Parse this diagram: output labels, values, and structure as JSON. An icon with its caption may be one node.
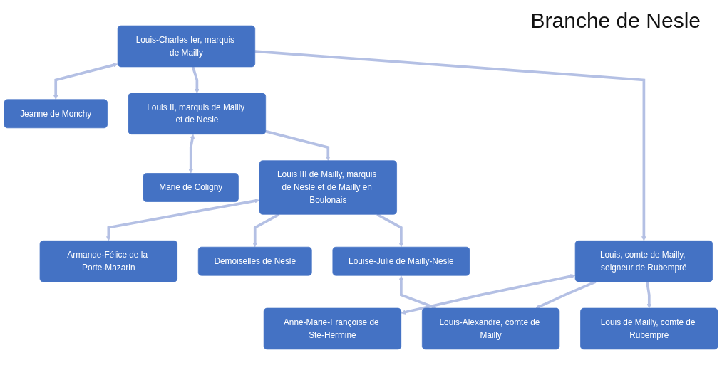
{
  "diagram": {
    "title": "Branche de Nesle",
    "nodes": [
      {
        "text": [
          "Louis-Charles Ier, marquis de Mailly"
        ]
      },
      {
        "text": [
          "Jeanne de Monchy"
        ]
      },
      {
        "text": [
          "Louis II, marquis de Mailly et de Nesle"
        ]
      },
      {
        "text": [
          "Marie de Coligny"
        ]
      },
      {
        "text": [
          "Louis, comte de Mailly, seigneur de Rubempré"
        ]
      },
      {
        "text": [
          "Anne-Marie-Françoise de Ste-Hermine"
        ]
      },
      {
        "text": [
          "Louis III de Mailly, marquis de Nesle et de Mailly en Boulonais"
        ]
      },
      {
        "text": [
          "Armande-Félice de la Porte-Mazarin"
        ]
      },
      {
        "text": [
          "Louise-Julie de Mailly-Nesle"
        ]
      },
      {
        "text": [
          "Louis-Alexandre, comte de Mailly"
        ]
      },
      {
        "text": [
          "Louis de Mailly, comte de Rubempré"
        ]
      },
      {
        "text": [
          "Demoiselles de Nesle"
        ]
      }
    ],
    "edges": [
      {
        "from": 0,
        "to": 1,
        "arrow": "both"
      },
      {
        "from": 0,
        "to": 2,
        "arrow": "to"
      },
      {
        "from": 0,
        "to": 4,
        "arrow": "to"
      },
      {
        "from": 2,
        "to": 3,
        "arrow": "both"
      },
      {
        "from": 2,
        "to": 6,
        "arrow": "to"
      },
      {
        "from": 4,
        "to": 5,
        "arrow": "both"
      },
      {
        "from": 4,
        "to": 9,
        "arrow": "to"
      },
      {
        "from": 4,
        "to": 10,
        "arrow": "to"
      },
      {
        "from": 6,
        "to": 7,
        "arrow": "both"
      },
      {
        "from": 6,
        "to": 11,
        "arrow": "to"
      },
      {
        "from": 6,
        "to": 8,
        "arrow": "to"
      },
      {
        "from": 8,
        "to": 9,
        "arrow": "both"
      }
    ]
  }
}
